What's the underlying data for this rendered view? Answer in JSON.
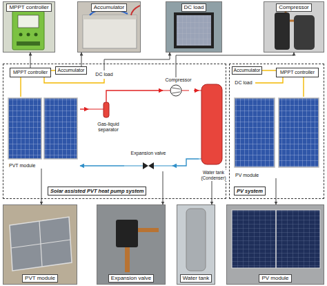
{
  "diagram": {
    "nodes": [
      {
        "text": [
          "MPPT controller"
        ]
      },
      {
        "text": [
          "Accumulator"
        ]
      },
      {
        "text": [
          "DC load"
        ]
      },
      {
        "text": [
          "Compressor"
        ]
      },
      {
        "text": [
          "Solar assisted PVT heat pump system"
        ]
      },
      {
        "text": [
          "MPPT controller"
        ],
        "in": 4
      },
      {
        "text": [
          "Accumulator"
        ],
        "in": 4
      },
      {
        "text": [
          "DC load"
        ],
        "in": 4
      },
      {
        "text": [
          "PVT module"
        ],
        "in": 4
      },
      {
        "text": [
          "Gas-liquid separator"
        ],
        "in": 4
      },
      {
        "text": [
          "Compressor"
        ],
        "in": 4
      },
      {
        "text": [
          "Water tank (Condenser)"
        ],
        "in": 4
      },
      {
        "text": [
          "Expansion valve"
        ],
        "in": 4
      },
      {
        "text": [
          "PV system"
        ]
      },
      {
        "text": [
          "Accumulator"
        ],
        "in": 13
      },
      {
        "text": [
          "MPPT controller"
        ],
        "in": 13
      },
      {
        "text": [
          "DC load"
        ],
        "in": 13
      },
      {
        "text": [
          "PV module"
        ],
        "in": 13
      },
      {
        "text": [
          "PVT module"
        ]
      },
      {
        "text": [
          "Expansion valve"
        ]
      },
      {
        "text": [
          "Water tank"
        ]
      },
      {
        "text": [
          "PV module"
        ]
      }
    ],
    "edges": [
      {
        "from": 5,
        "to": 0,
        "arrow": "to"
      },
      {
        "from": 6,
        "to": 1,
        "arrow": "to"
      },
      {
        "from": 7,
        "to": 2,
        "arrow": "to"
      },
      {
        "from": 10,
        "to": 3,
        "arrow": "to"
      },
      {
        "from": 8,
        "to": 5,
        "arrow": "none"
      },
      {
        "from": 5,
        "to": 6,
        "arrow": "none"
      },
      {
        "from": 5,
        "to": 7,
        "arrow": "none"
      },
      {
        "from": 8,
        "to": 9,
        "arrow": "to"
      },
      {
        "from": 9,
        "to": 10,
        "arrow": "to"
      },
      {
        "from": 10,
        "to": 11,
        "arrow": "to"
      },
      {
        "from": 11,
        "to": 12,
        "arrow": "to"
      },
      {
        "from": 12,
        "to": 8,
        "arrow": "to"
      },
      {
        "from": 17,
        "to": 15,
        "arrow": "none"
      },
      {
        "from": 15,
        "to": 14,
        "arrow": "none"
      },
      {
        "from": 15,
        "to": 16,
        "arrow": "none"
      },
      {
        "from": 8,
        "to": 18,
        "arrow": "to"
      },
      {
        "from": 12,
        "to": 19,
        "arrow": "to"
      },
      {
        "from": 11,
        "to": 20,
        "arrow": "to"
      },
      {
        "from": 17,
        "to": 21,
        "arrow": "to"
      }
    ]
  }
}
